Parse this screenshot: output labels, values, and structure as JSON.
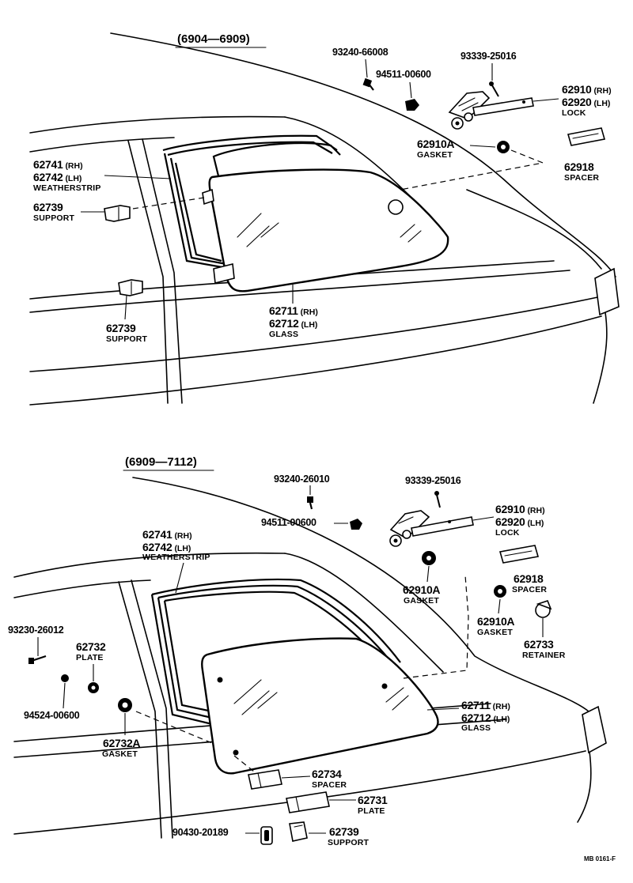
{
  "diagrams": [
    {
      "header": "(6904—6909)",
      "parts": {
        "screw_a": "93240-66008",
        "nut_a": "94511-00600",
        "screw_b": "93339-25016",
        "lock": {
          "pn1": "62910",
          "suf1": "(RH)",
          "pn2": "62920",
          "suf2": "(LH)",
          "name": "LOCK"
        },
        "gasket": {
          "pn": "62910A",
          "name": "GASKET"
        },
        "spacer": {
          "pn": "62918",
          "name": "SPACER"
        },
        "weatherstrip": {
          "pn1": "62741",
          "suf1": "(RH)",
          "pn2": "62742",
          "suf2": "(LH)",
          "name": "WEATHERSTRIP"
        },
        "support_upper": {
          "pn": "62739",
          "name": "SUPPORT"
        },
        "support_lower": {
          "pn": "62739",
          "name": "SUPPORT"
        },
        "glass": {
          "pn1": "62711",
          "suf1": "(RH)",
          "pn2": "62712",
          "suf2": "(LH)",
          "name": "GLASS"
        }
      }
    },
    {
      "header": "(6909—7112)",
      "parts": {
        "screw_a": "93240-26010",
        "nut_a": "94511-00600",
        "screw_b": "93339-25016",
        "lock": {
          "pn1": "62910",
          "suf1": "(RH)",
          "pn2": "62920",
          "suf2": "(LH)",
          "name": "LOCK"
        },
        "weatherstrip": {
          "pn1": "62741",
          "suf1": "(RH)",
          "pn2": "62742",
          "suf2": "(LH)",
          "name": "WEATHERSTRIP"
        },
        "spacer": {
          "pn": "62918",
          "name": "SPACER"
        },
        "gasket_a": {
          "pn": "62910A",
          "name": "GASKET"
        },
        "gasket_b": {
          "pn": "62910A",
          "name": "GASKET"
        },
        "retainer": {
          "pn": "62733",
          "name": "RETAINER"
        },
        "screw_c": "93230-26012",
        "plate_a": {
          "pn": "62732",
          "name": "PLATE"
        },
        "nut_b": "94524-00600",
        "gasket_c": {
          "pn": "62732A",
          "name": "GASKET"
        },
        "glass": {
          "pn1": "62711",
          "suf1": "(RH)",
          "pn2": "62712",
          "suf2": "(LH)",
          "name": "GLASS"
        },
        "spacer_b": {
          "pn": "62734",
          "name": "SPACER"
        },
        "plate_b": {
          "pn": "62731",
          "name": "PLATE"
        },
        "clip": "90430-20189",
        "support": {
          "pn": "62739",
          "name": "SUPPORT"
        }
      }
    }
  ],
  "reference_code": "MB 0161-F"
}
